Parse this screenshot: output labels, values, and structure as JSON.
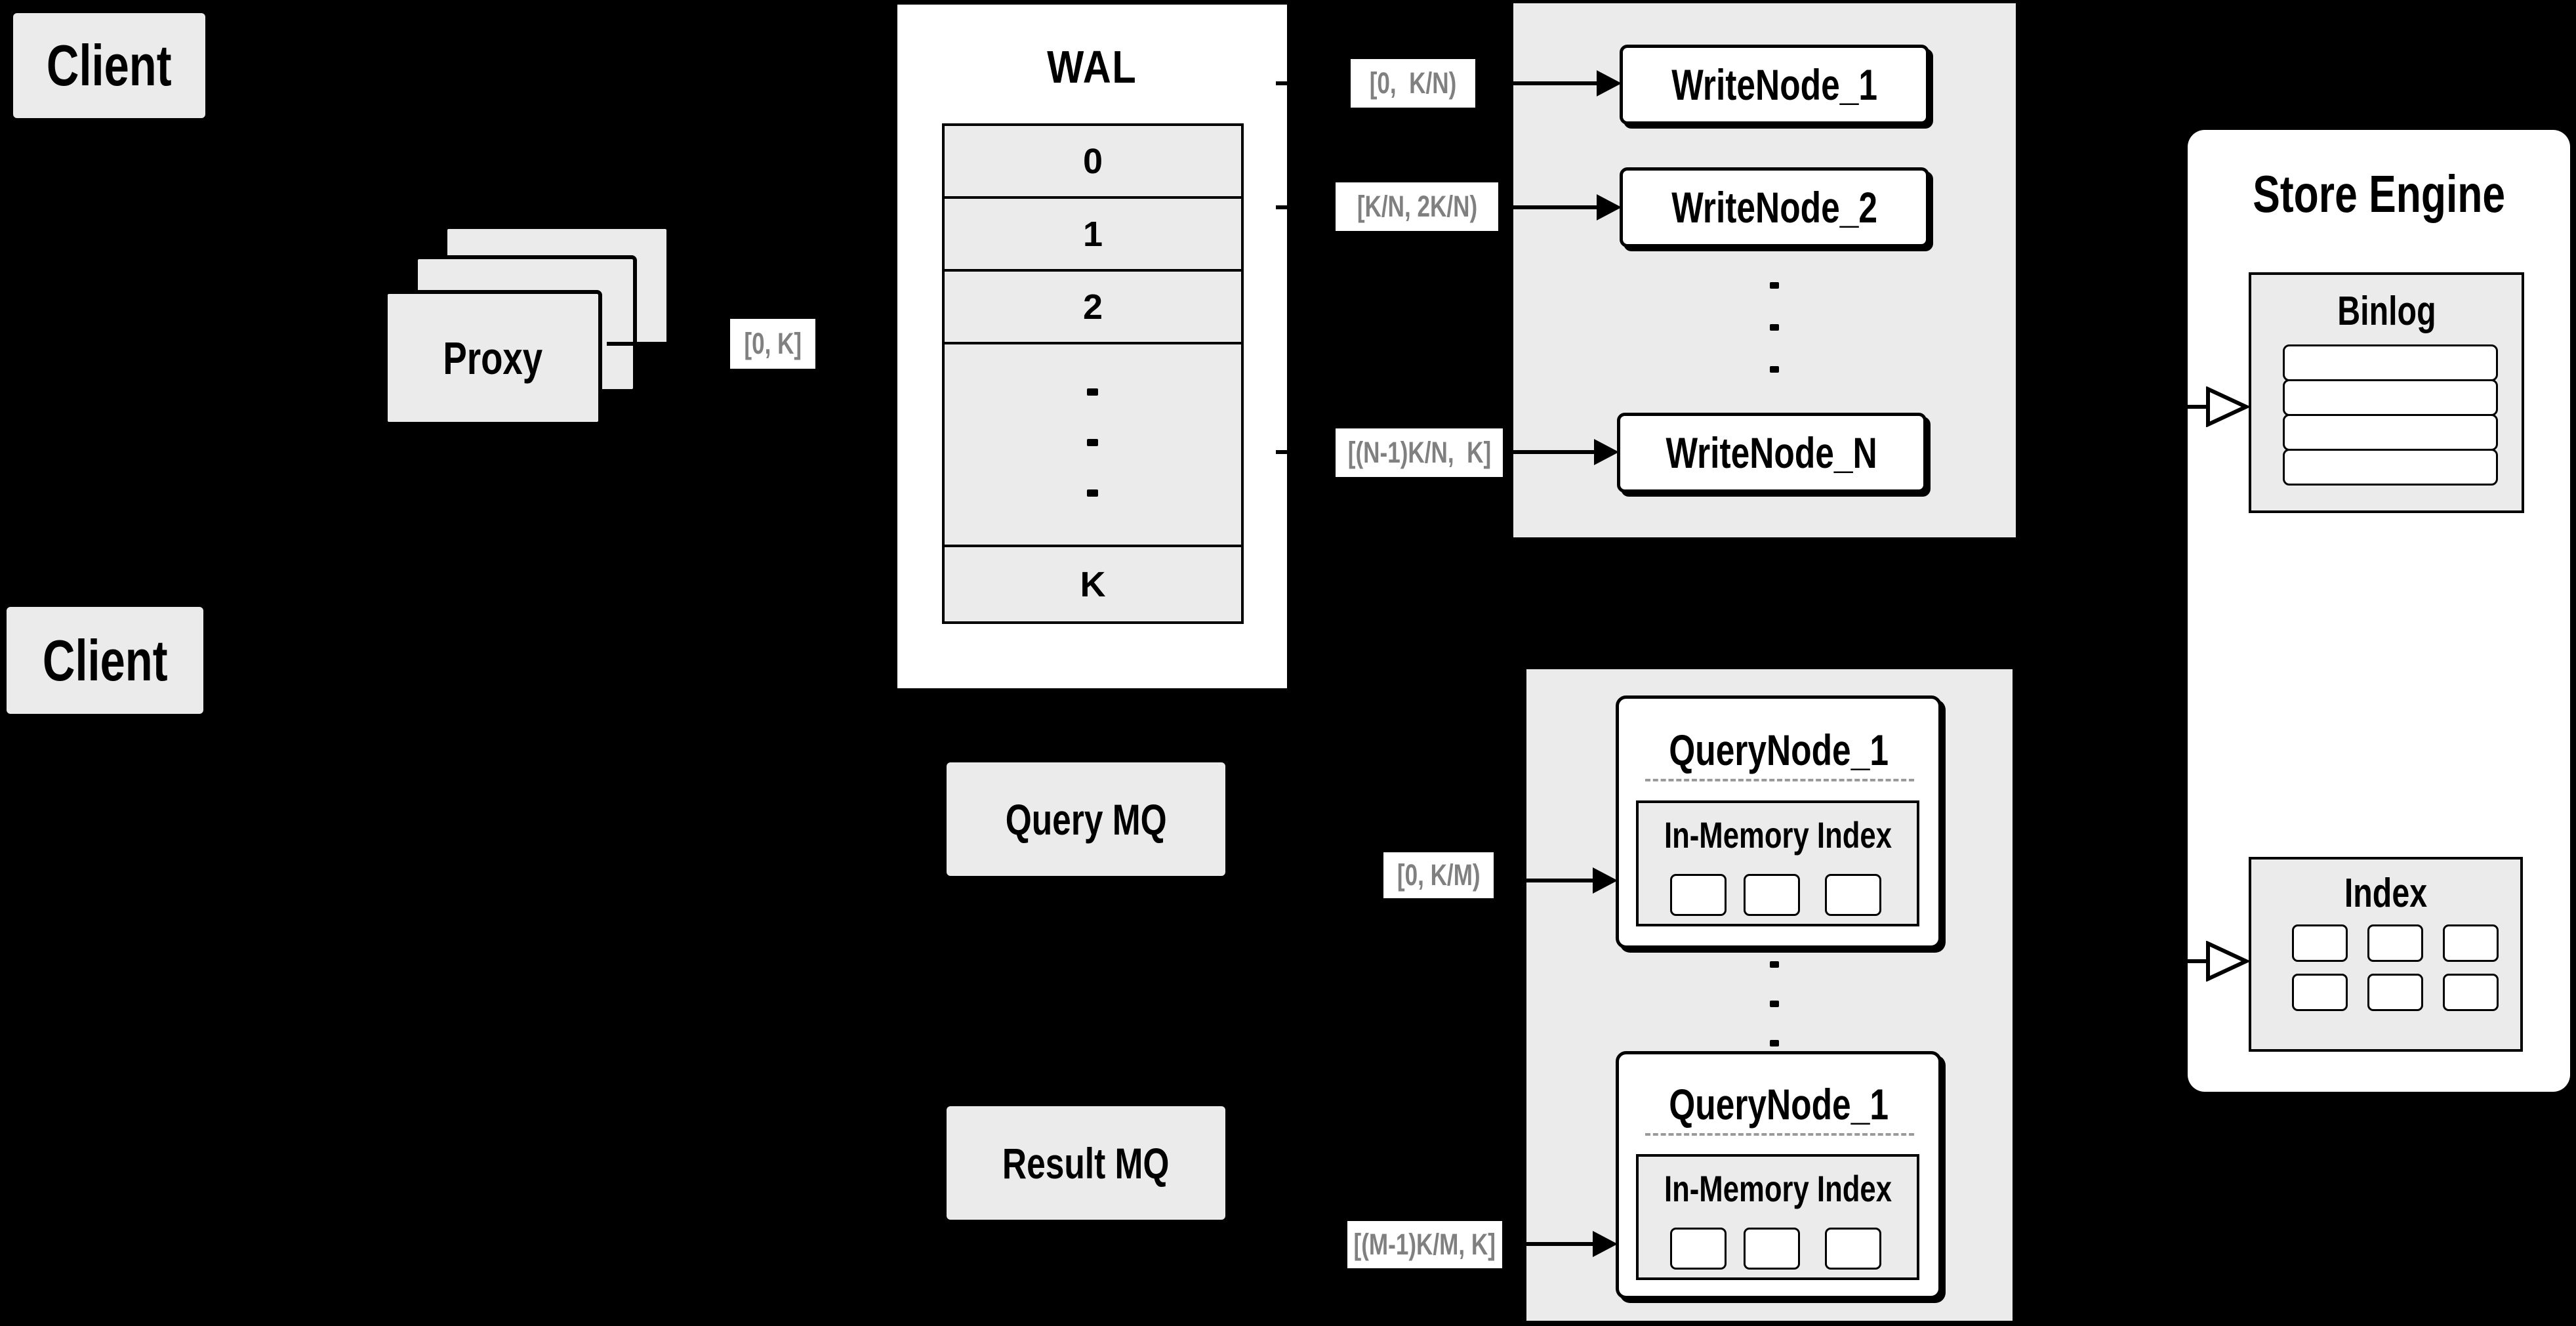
{
  "colors": {
    "bg": "#000000",
    "panel": "#ebebeb",
    "paper": "#ffffff",
    "ink": "#000000",
    "muted": "#808080",
    "dash": "#9a9a9a"
  },
  "clients": {
    "top_label": "Client",
    "bottom_label": "Client"
  },
  "proxy": {
    "label": "Proxy",
    "range_label": "[0, K]"
  },
  "wal": {
    "title": "WAL",
    "segments": [
      "0",
      "1",
      "2"
    ],
    "last_segment": "K"
  },
  "write_cluster": {
    "range_labels": [
      "[0,  K/N)",
      "[K/N, 2K/N)",
      "[(N-1)K/N,  K]"
    ],
    "nodes": [
      "WriteNode_1",
      "WriteNode_2",
      "WriteNode_N"
    ]
  },
  "mq": {
    "query_label": "Query MQ",
    "result_label": "Result MQ"
  },
  "query_cluster": {
    "range_labels": [
      "[0, K/M)",
      "[(M-1)K/M, K]"
    ],
    "node_titles": [
      "QueryNode_1",
      "QueryNode_1"
    ],
    "inner_index_title": "In-Memory Index"
  },
  "store_engine": {
    "title": "Store Engine",
    "binlog_title": "Binlog",
    "index_title": "Index"
  }
}
